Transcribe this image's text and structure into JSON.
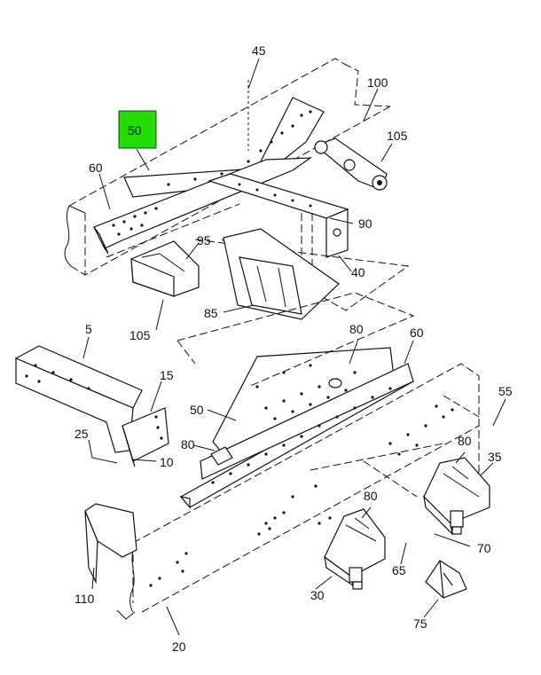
{
  "diagram": {
    "highlight_color": "#22dd00",
    "callouts": {
      "c45": "45",
      "c100": "100",
      "c50a": "50",
      "c105a": "105",
      "c60a": "60",
      "c90": "90",
      "c95": "95",
      "c40": "40",
      "c85": "85",
      "c105b": "105",
      "c5": "5",
      "c80a": "80",
      "c60b": "60",
      "c15": "15",
      "c50b": "50",
      "c55": "55",
      "c25": "25",
      "c80b": "80",
      "c10": "10",
      "c80c": "80",
      "c35": "35",
      "c80d": "80",
      "c70": "70",
      "c65": "65",
      "c110": "110",
      "c30": "30",
      "c75": "75",
      "c20": "20"
    }
  }
}
